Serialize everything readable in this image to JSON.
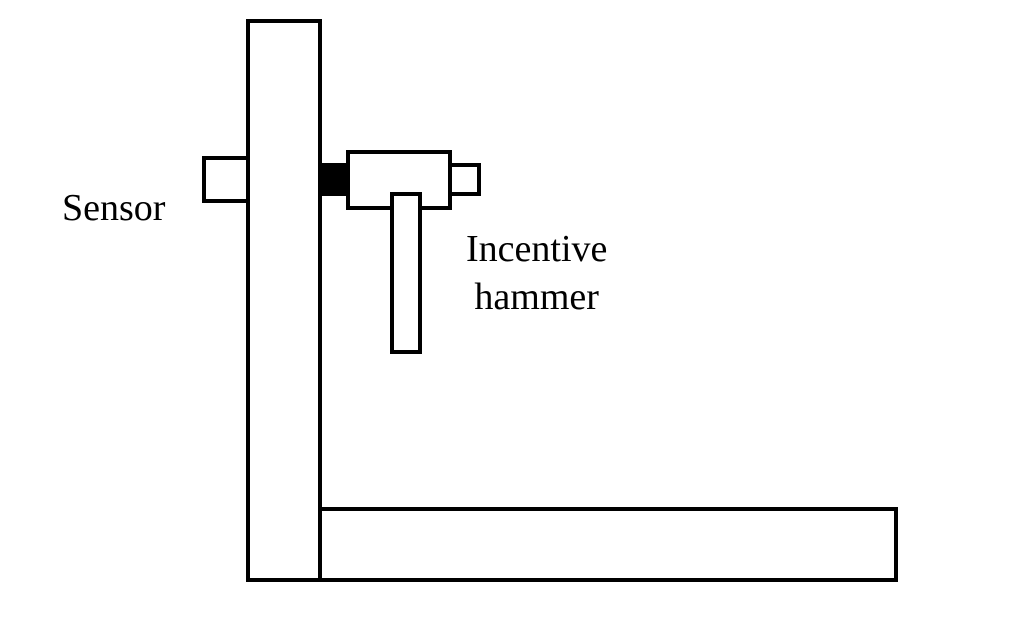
{
  "labels": {
    "sensor": "Sensor",
    "hammer_line1": "Incentive",
    "hammer_line2": "hammer"
  },
  "colors": {
    "stroke": "#000000",
    "fill": "#ffffff",
    "contact_pad": "#000000"
  }
}
